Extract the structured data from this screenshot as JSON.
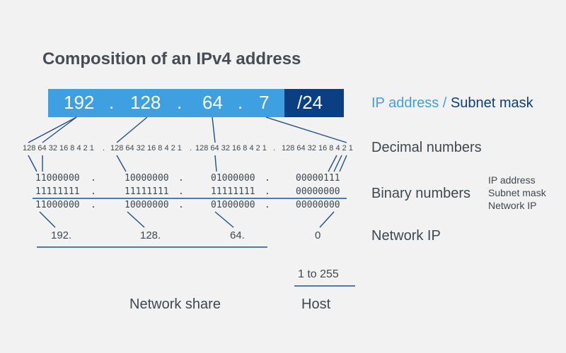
{
  "title": "Composition of an IPv4 address",
  "address_bar": {
    "octets": [
      "192",
      "128",
      "64",
      "7"
    ],
    "separator": ".",
    "mask": "/24"
  },
  "legend": {
    "ip_address": "IP address",
    "slash": " / ",
    "subnet_mask": "Subnet mask"
  },
  "decimal_row": {
    "groups": [
      "128 64 32 16 8 4 2 1",
      "128 64 32 16 8 4 2 1",
      "128 64 32 16 8 4 2 1",
      "128 64 32 16 8 4 2 1"
    ],
    "separator": ".",
    "label": "Decimal numbers"
  },
  "binary": {
    "label": "Binary numbers",
    "rows": [
      {
        "name": "IP address",
        "values": [
          "11000000",
          "10000000",
          "01000000",
          "00000111"
        ]
      },
      {
        "name": "Subnet mask",
        "values": [
          "11111111",
          "11111111",
          "11111111",
          "00000000"
        ]
      },
      {
        "name": "Network IP",
        "values": [
          "11000000",
          "10000000",
          "01000000",
          "00000000"
        ]
      }
    ],
    "separator": "."
  },
  "network_ip": {
    "label": "Network IP",
    "values": [
      "192.",
      "128.",
      "64.",
      "0"
    ]
  },
  "host_range": "1 to 255",
  "network_share_label": "Network share",
  "host_label": "Host",
  "colors": {
    "background": "#f2f2f2",
    "ip_blue": "#3ea0e0",
    "mask_navy": "#0a3f84",
    "text": "#3d4852",
    "line": "#1f4f8a"
  }
}
